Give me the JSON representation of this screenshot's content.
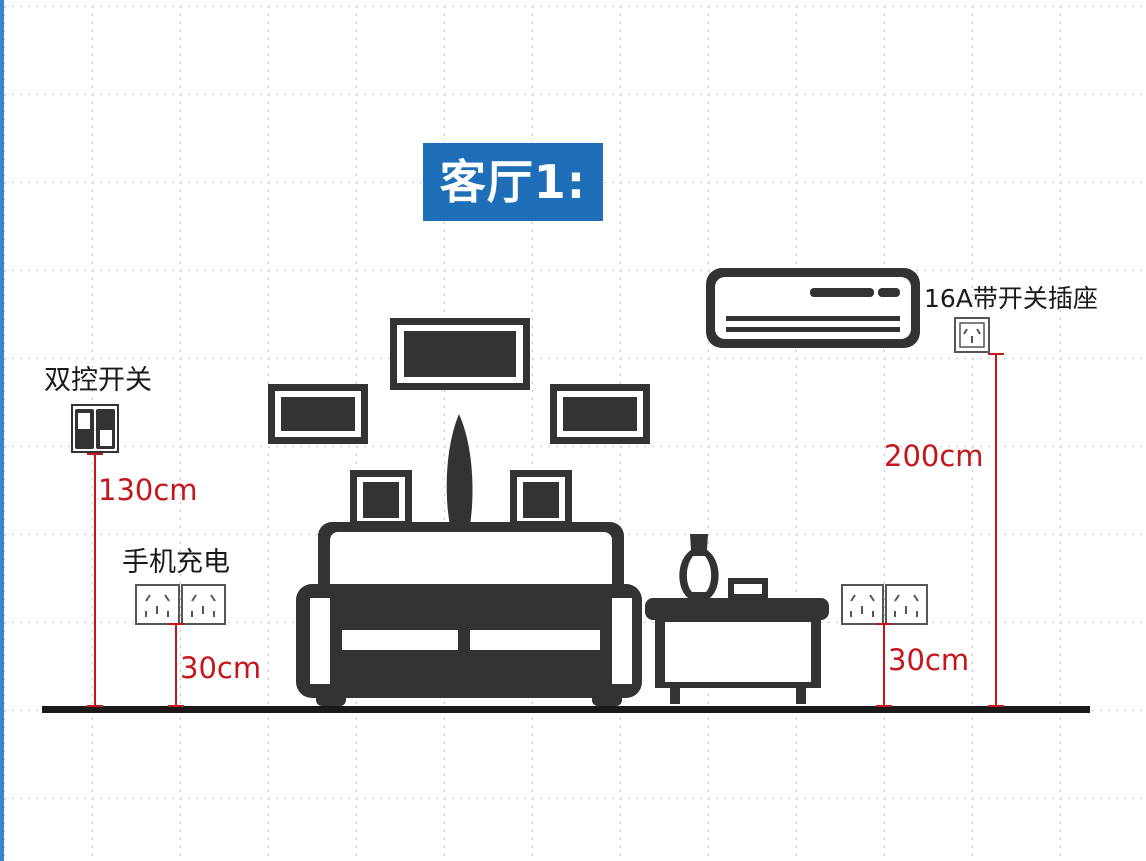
{
  "title": "客厅1:",
  "labels": {
    "dual_switch": "双控开关",
    "phone_charging": "手机充电",
    "ac_socket": "16A带开关插座"
  },
  "measurements": {
    "switch_height": "130cm",
    "charging_socket_height": "30cm",
    "side_socket_height": "30cm",
    "ac_socket_height": "200cm"
  },
  "colors": {
    "title_bg": "#1f6fb8",
    "title_text": "#ffffff",
    "measure_line": "#c4161c",
    "furniture": "#333333",
    "grid_dots": "#c8c8c8",
    "floor": "#1a1a1a"
  }
}
